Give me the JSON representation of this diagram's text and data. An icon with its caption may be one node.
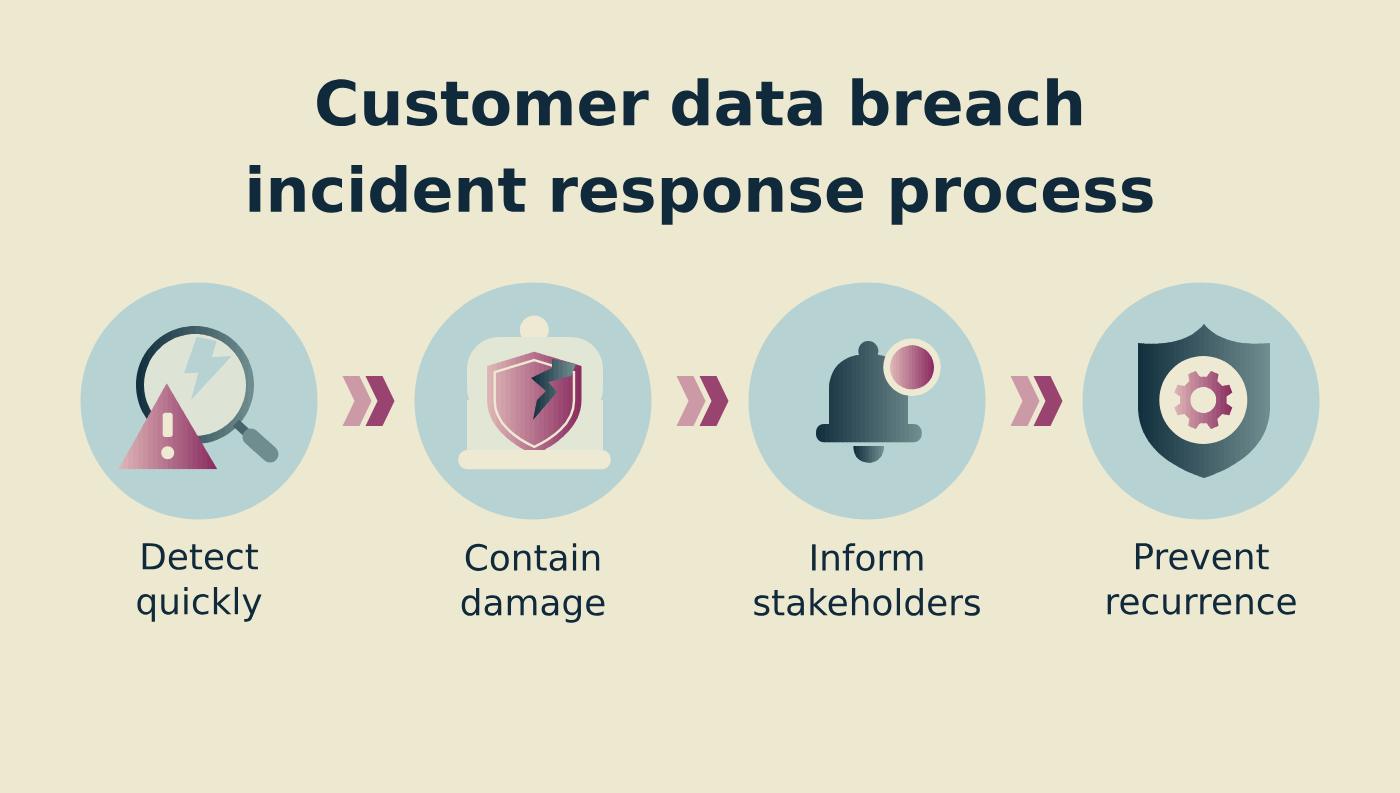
{
  "diagram": {
    "title": "Customer data breach incident response process",
    "nodes": [
      {
        "text": [
          "Detect quickly"
        ]
      },
      {
        "text": [
          "Contain damage"
        ]
      },
      {
        "text": [
          "Inform stakeholders"
        ]
      },
      {
        "text": [
          "Prevent recurrence"
        ]
      }
    ],
    "edges": [
      {
        "from": 0,
        "to": 1,
        "arrow": "to"
      },
      {
        "from": 1,
        "to": 2,
        "arrow": "to"
      },
      {
        "from": 2,
        "to": 3,
        "arrow": "to"
      }
    ]
  }
}
